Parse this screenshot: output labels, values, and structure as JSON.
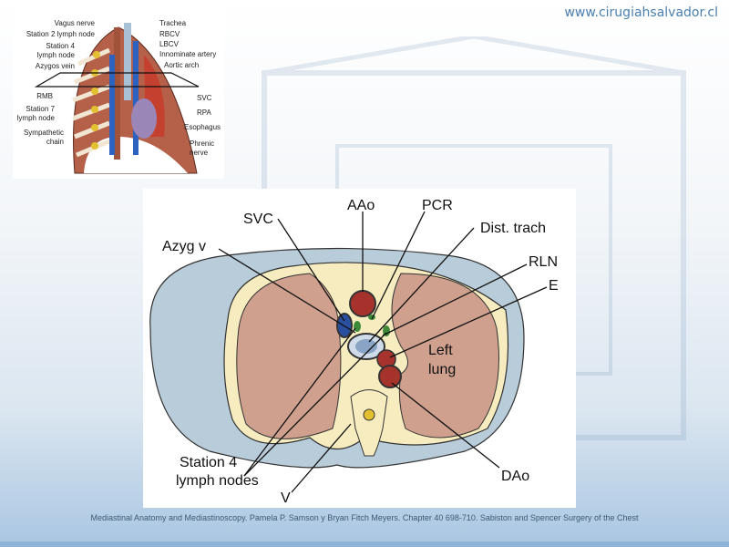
{
  "header": {
    "website": "www.cirugiahsalvador.cl"
  },
  "top_figure": {
    "labels_left": [
      "Vagus nerve",
      "Station 2 lymph node",
      "Station 4",
      "lymph node",
      "Azygos vein",
      "RMB",
      "Station 7",
      "lymph node",
      "Sympathetic",
      "chain"
    ],
    "labels_right": [
      "Trachea",
      "RBCV",
      "LBCV",
      "Innominate artery",
      "Aortic arch",
      "SVC",
      "RPA",
      "Esophagus",
      "Phrenic",
      "nerve"
    ]
  },
  "main_figure": {
    "labels": {
      "svc": "SVC",
      "aao": "AAo",
      "pcr": "PCR",
      "dist_trach": "Dist. trach",
      "azyg": "Azyg v",
      "rln": "RLN",
      "e": "E",
      "left_lung_1": "Left",
      "left_lung_2": "lung",
      "station4_1": "Station 4",
      "station4_2": "lymph nodes",
      "dao": "DAo",
      "v": "V"
    },
    "colors": {
      "body": "#b9ccda",
      "pleura": "#f6ecbf",
      "lung": "#d0a08e",
      "artery": "#a6322c",
      "vein": "#2a4f9e",
      "node": "#3f8a3a"
    }
  },
  "caption": "Mediastinal Anatomy and Mediastinoscopy. Pamela P. Samson y Bryan Fitch Meyers. Chapter 40  698-710. Sabiston and Spencer Surgery of the Chest"
}
